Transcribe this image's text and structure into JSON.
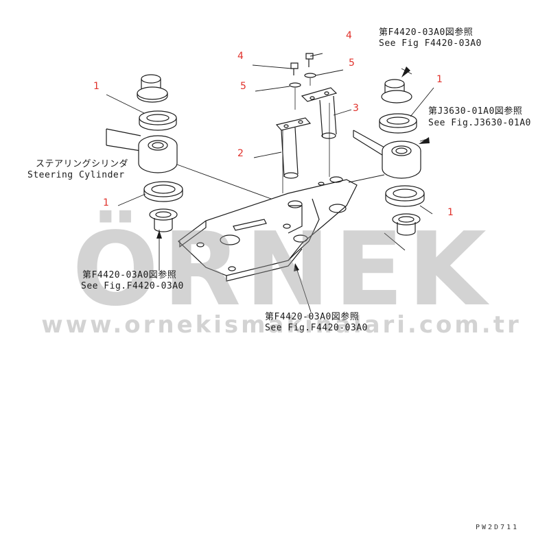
{
  "callouts": {
    "ref_top_right": {
      "jp": "第F4420-03A0図参照",
      "en": "See Fig F4420-03A0"
    },
    "ref_right": {
      "jp": "第J3630-01A0図参照",
      "en": "See Fig.J3630-01A0"
    },
    "steering": {
      "jp": "ステアリングシリンダ",
      "en": "Steering Cylinder"
    },
    "ref_left": {
      "jp": "第F4420-03A0図参照",
      "en": "See Fig.F4420-03A0"
    },
    "ref_bottom": {
      "jp": "第F4420-03A0図参照",
      "en": "See Fig.F4420-03A0"
    }
  },
  "part_numbers": {
    "p1_upper_left": "1",
    "p1_lower_left": "1",
    "p1_upper_right": "1",
    "p1_lower_right": "1",
    "p2": "2",
    "p3": "3",
    "p4_left": "4",
    "p4_right": "4",
    "p5_left": "5",
    "p5_right": "5"
  },
  "watermark": {
    "brand": "ÖRNEK",
    "url": "www.ornekismakinalari.com.tr"
  },
  "drawing_code": "PW2D711",
  "colors": {
    "part_number": "#e0302a",
    "line": "#1a1a1a",
    "watermark": "#9a9a9a",
    "watermark_accent": "#f2c94c"
  }
}
